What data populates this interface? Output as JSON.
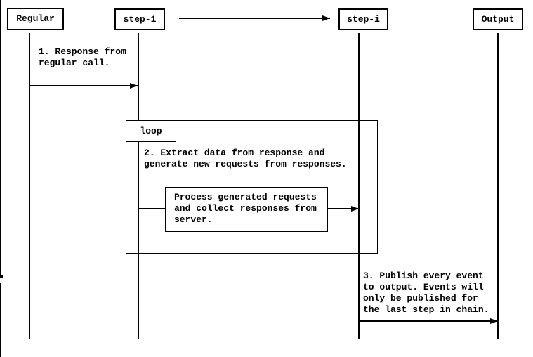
{
  "diagram": {
    "type": "sequence-diagram",
    "participants": [
      {
        "name": "regular",
        "label": "Regular"
      },
      {
        "name": "step-1",
        "label": "step-1"
      },
      {
        "name": "step-i",
        "label": "step-i"
      },
      {
        "name": "output",
        "label": "Output"
      }
    ],
    "loop": {
      "label": "loop"
    },
    "messages": {
      "m1": {
        "line1": "1. Response from",
        "line2": "regular call."
      },
      "m2": {
        "line1": "2. Extract data from response and",
        "line2": "generate new requests from responses."
      },
      "proc": {
        "line1": "Process generated requests",
        "line2": "and collect responses from",
        "line3": "server."
      },
      "m3": {
        "line1": "3. Publish every event",
        "line2": "to output. Events will",
        "line3": "only be published for",
        "line4": "the last step in chain."
      }
    },
    "colors": {
      "line": "#000000",
      "background": "#ffffff"
    }
  }
}
